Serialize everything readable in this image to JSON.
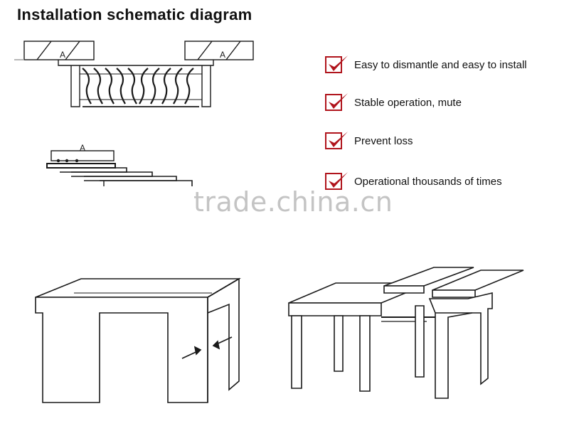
{
  "title": "Installation schematic diagram",
  "features": [
    {
      "label": "Easy to dismantle and easy to install",
      "icon": "red-check-icon"
    },
    {
      "label": "Stable operation, mute",
      "icon": "red-check-icon"
    },
    {
      "label": "Prevent loss",
      "icon": "red-check-icon"
    },
    {
      "label": "Operational thousands of times",
      "icon": "red-check-icon"
    }
  ],
  "labels": {
    "mount_left": "A",
    "mount_right": "A",
    "slide_mount": "A"
  },
  "watermark": "trade.china.cn",
  "colors": {
    "check": "#b0141c",
    "line": "#1a1a1a",
    "watermark": "#c4c4c4"
  }
}
